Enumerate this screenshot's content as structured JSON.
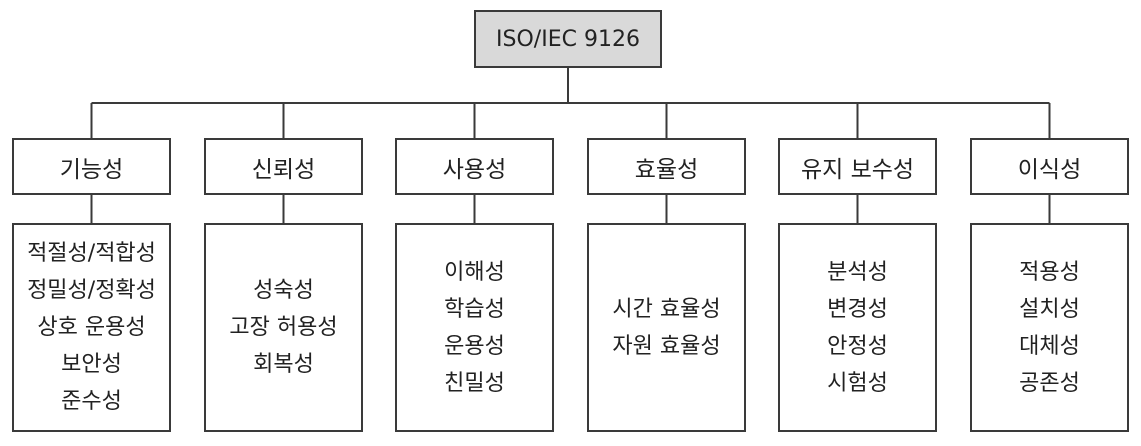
{
  "root": {
    "label": "ISO/IEC 9126"
  },
  "categories": [
    {
      "label": "기능성",
      "subs": [
        "적절성/적합성",
        "정밀성/정확성",
        "상호 운용성",
        "보안성",
        "준수성"
      ]
    },
    {
      "label": "신뢰성",
      "subs": [
        "성숙성",
        "고장 허용성",
        "회복성"
      ]
    },
    {
      "label": "사용성",
      "subs": [
        "이해성",
        "학습성",
        "운용성",
        "친밀성"
      ]
    },
    {
      "label": "효율성",
      "subs": [
        "시간 효율성",
        "자원 효율성"
      ]
    },
    {
      "label": "유지 보수성",
      "subs": [
        "분석성",
        "변경성",
        "안정성",
        "시험성"
      ]
    },
    {
      "label": "이식성",
      "subs": [
        "적용성",
        "설치성",
        "대체성",
        "공존성"
      ]
    }
  ]
}
